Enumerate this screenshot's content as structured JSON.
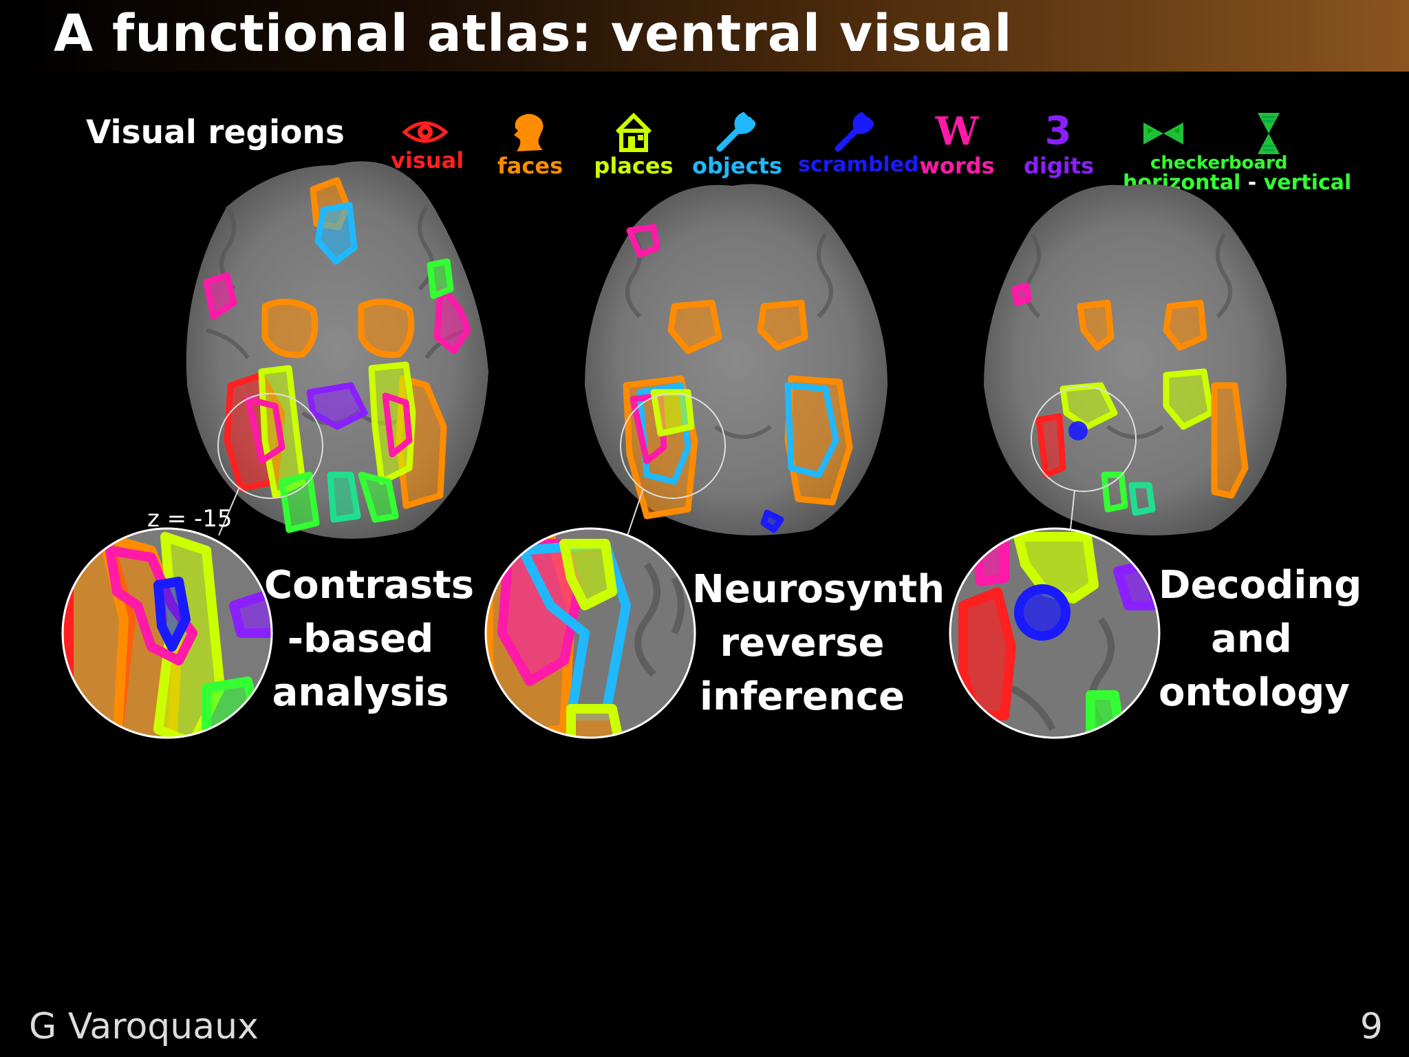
{
  "title": "A functional atlas: ventral visual",
  "legend": {
    "heading": "Visual regions",
    "items": [
      {
        "label": "visual",
        "color": "#ff2020",
        "icon": "eye-icon"
      },
      {
        "label": "faces",
        "color": "#ff8c00",
        "icon": "face-profile-icon"
      },
      {
        "label": "places",
        "color": "#ccff00",
        "icon": "house-icon"
      },
      {
        "label": "objects",
        "color": "#20b8ff",
        "icon": "wrench-icon"
      },
      {
        "label": "scrambled",
        "color": "#1a1aff",
        "icon": "broken-wrench-icon"
      },
      {
        "label": "words",
        "color": "#ff1aa8",
        "glyph": "W",
        "icon": "letter-w-icon"
      },
      {
        "label": "digits",
        "color": "#8a20ff",
        "glyph": "3",
        "icon": "digit-3-icon"
      }
    ],
    "checkerboard": {
      "top": "checkerboard",
      "horizontal": "horizontal",
      "separator": "-",
      "vertical": "vertical",
      "color": "#33ff33",
      "icons": [
        "checker-horizontal-icon",
        "checker-vertical-icon"
      ]
    }
  },
  "slice_label": "z = -15",
  "panels": [
    {
      "caption": [
        "Contrasts",
        "-based",
        "analysis"
      ]
    },
    {
      "caption": [
        "Neurosynth",
        "reverse",
        "inference"
      ]
    },
    {
      "caption": [
        "Decoding",
        "and",
        "ontology"
      ]
    }
  ],
  "footer": {
    "author": "G Varoquaux",
    "page": "9"
  }
}
